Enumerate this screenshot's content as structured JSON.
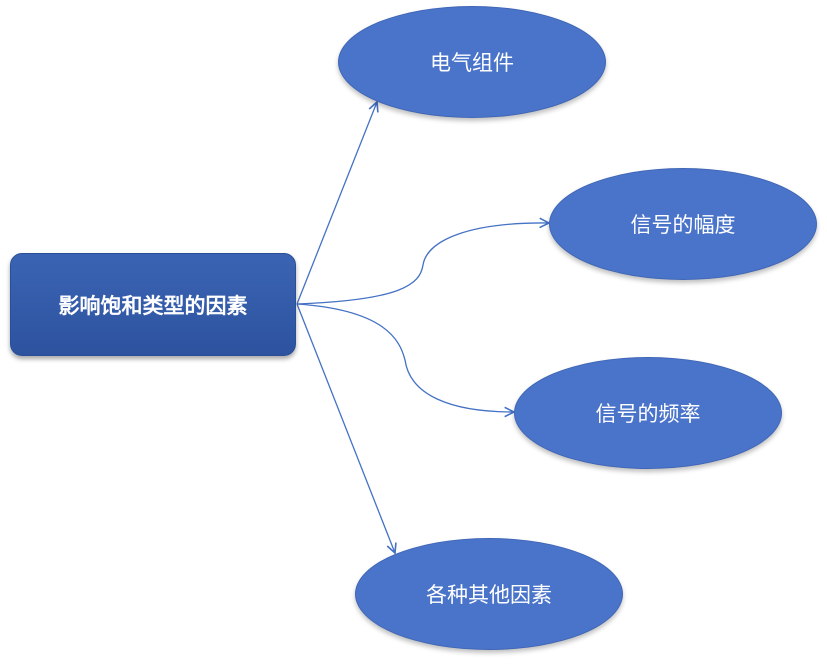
{
  "diagram": {
    "root": {
      "label": "影响饱和类型的因素"
    },
    "children": [
      {
        "label": "电气组件"
      },
      {
        "label": "信号的幅度"
      },
      {
        "label": "信号的频率"
      },
      {
        "label": "各种其他因素"
      }
    ]
  },
  "colors": {
    "root_fill": "#2d539f",
    "node_fill": "#4a74c9",
    "connector": "#4472c4",
    "text": "#ffffff"
  }
}
